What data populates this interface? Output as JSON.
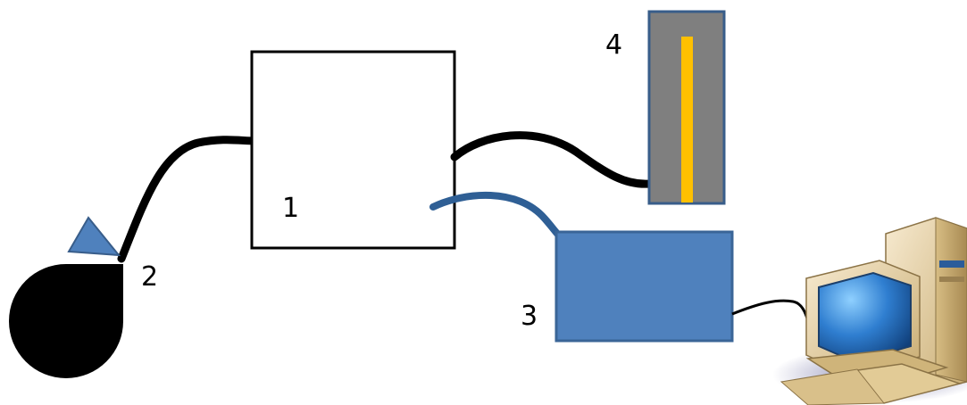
{
  "labels": {
    "one": "1",
    "two": "2",
    "three": "3",
    "four": "4"
  },
  "colors": {
    "cable": "#000000",
    "blue_cable": "#2f5f95",
    "blue_box": "#4f81bd",
    "blue_box_border": "#3a6597",
    "pin_gray": "#7f7f7f",
    "pin_border": "#385d8a",
    "pin_stripe": "#ffc000",
    "monitor_beige": "#e6d2a0",
    "screen_blue": "#2b6fb0"
  },
  "icons": {
    "bulb": "black-drop-bulb-icon",
    "triangle": "blue-triangle-icon",
    "computer": "desktop-computer-icon"
  }
}
